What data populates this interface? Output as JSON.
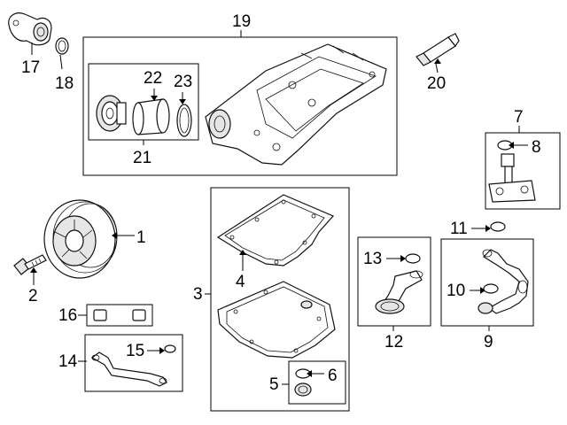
{
  "callouts": {
    "c1": "1",
    "c2": "2",
    "c3": "3",
    "c4": "4",
    "c5": "5",
    "c6": "6",
    "c7": "7",
    "c8": "8",
    "c9": "9",
    "c10": "10",
    "c11": "11",
    "c12": "12",
    "c13": "13",
    "c14": "14",
    "c15": "15",
    "c16": "16",
    "c17": "17",
    "c18": "18",
    "c19": "19",
    "c20": "20",
    "c21": "21",
    "c22": "22",
    "c23": "23"
  },
  "icons": [
    "engine-mount-bracket-icon",
    "o-ring-icon",
    "oil-pan-icon",
    "oil-filter-housing-icon",
    "oil-filter-icon",
    "sealant-tube-icon",
    "oil-level-sensor-icon",
    "crankshaft-pulley-icon",
    "bolt-icon",
    "gasket-icon",
    "oil-pickup-tube-icon",
    "oil-return-pipe-icon",
    "drain-plug-icon"
  ]
}
